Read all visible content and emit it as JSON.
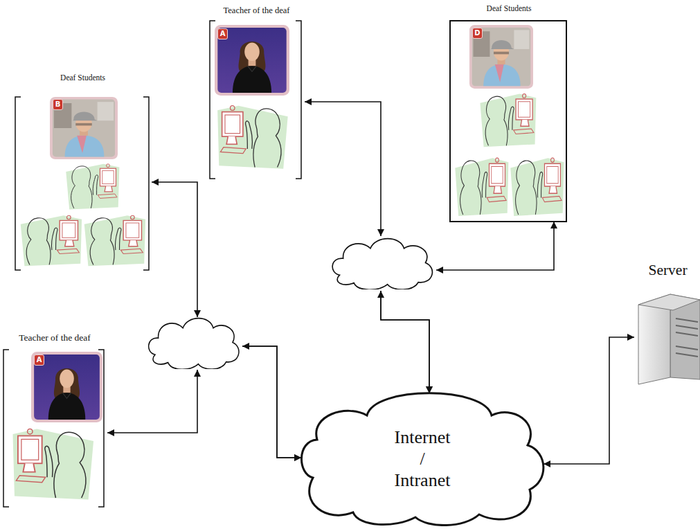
{
  "diagram": {
    "nodes": [
      {
        "text": [
          "Deaf Students"
        ]
      },
      {
        "text": [
          "Teacher of the deaf"
        ]
      },
      {
        "text": [
          "Deaf Students"
        ]
      },
      {
        "text": [
          "Teacher of the deaf"
        ]
      },
      {
        "text": [
          "Internet / Intranet"
        ]
      },
      {
        "text": [
          "Server"
        ]
      }
    ],
    "edges": [
      {
        "from": 0,
        "to": 4,
        "arrow": "both"
      },
      {
        "from": 1,
        "to": 4,
        "arrow": "both"
      },
      {
        "from": 2,
        "to": 4,
        "arrow": "both"
      },
      {
        "from": 3,
        "to": 4,
        "arrow": "both"
      },
      {
        "from": 4,
        "to": 5,
        "arrow": "both"
      }
    ],
    "labels": [
      "B",
      "A",
      "D",
      "A"
    ]
  }
}
